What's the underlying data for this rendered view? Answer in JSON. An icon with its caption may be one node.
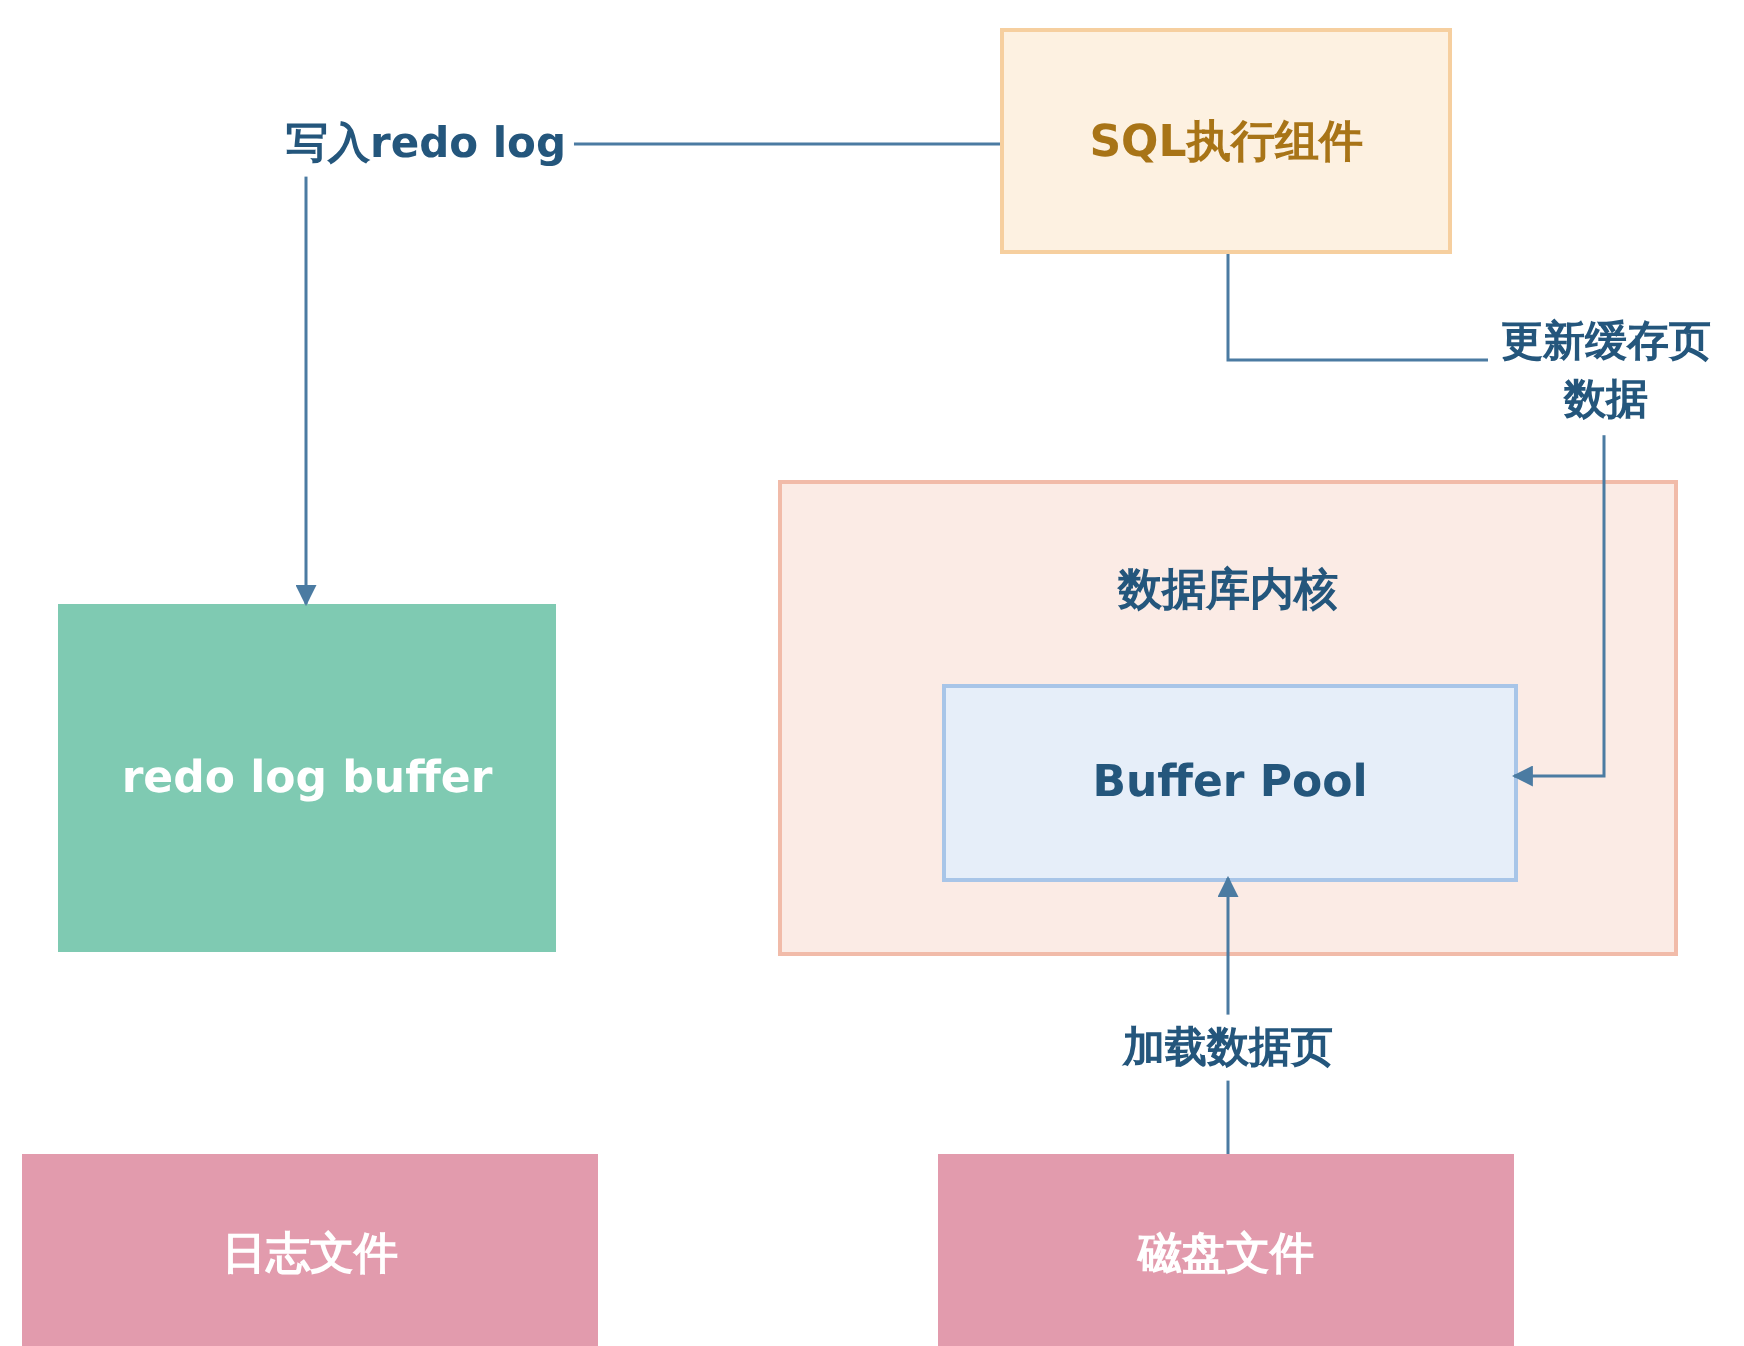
{
  "diagram": {
    "nodes": [
      {
        "text": [
          "SQL执行组件"
        ]
      },
      {
        "text": [
          "数据库内核"
        ]
      },
      {
        "text": [
          "Buffer Pool"
        ],
        "in": 1
      },
      {
        "text": [
          "redo log buffer"
        ]
      },
      {
        "text": [
          "日志文件"
        ]
      },
      {
        "text": [
          "磁盘文件"
        ]
      }
    ],
    "edges": [
      {
        "from": 0,
        "to": 3,
        "arrow": "to",
        "label": "写入redo log"
      },
      {
        "from": 0,
        "to": 2,
        "arrow": "to",
        "label": "更新缓存页数据"
      },
      {
        "from": 5,
        "to": 2,
        "arrow": "to",
        "label": "加载数据页"
      }
    ]
  }
}
